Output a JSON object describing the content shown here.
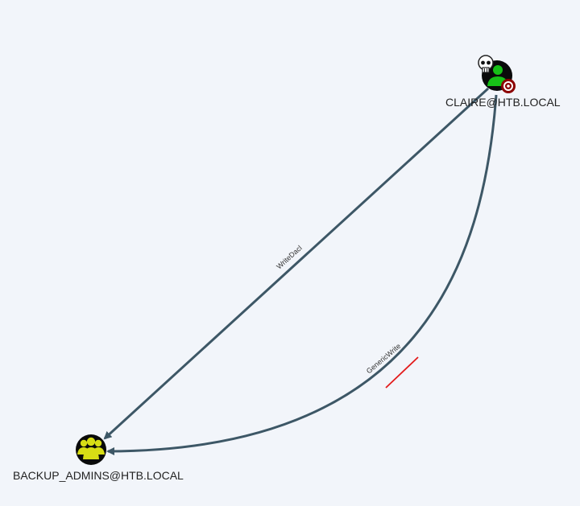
{
  "graph": {
    "nodes": [
      {
        "id": "claire",
        "label": "CLAIRE@HTB.LOCAL",
        "type": "user",
        "owned": true,
        "targeted": true,
        "color": "#17c117"
      },
      {
        "id": "backup",
        "label": "BACKUP_ADMINS@HTB.LOCAL",
        "type": "group",
        "color": "#d7dd15"
      }
    ],
    "edges": [
      {
        "from": "claire",
        "to": "backup",
        "label": "WriteDacl"
      },
      {
        "from": "claire",
        "to": "backup",
        "label": "GenericWrite"
      }
    ]
  },
  "colors": {
    "background": "#f2f5fa",
    "edge": "#3d5766",
    "annotation": "#e31b1b",
    "target_ring": "#8b0000"
  },
  "icons": {
    "owned_marker": "skull-icon",
    "target_marker": "target-icon",
    "user_node": "user-icon",
    "group_node": "group-icon"
  }
}
